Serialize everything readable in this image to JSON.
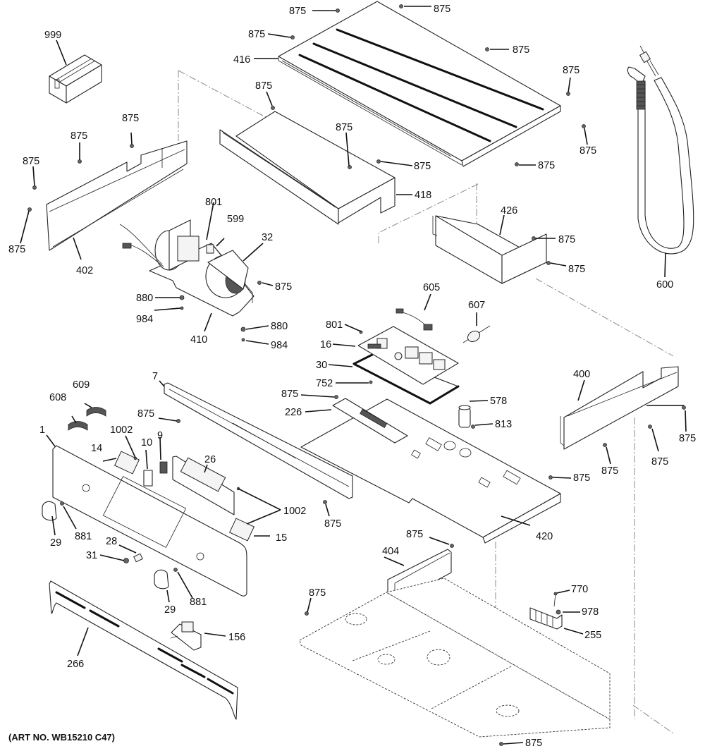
{
  "diagram": {
    "title": "Oven control panel and top components exploded parts view",
    "art_number": "(ART NO. WB15210 C47)",
    "parts": [
      {
        "key": "p999",
        "part": "999",
        "description": "package / box"
      },
      {
        "key": "p416",
        "part": "416",
        "description": "top cover"
      },
      {
        "key": "p418",
        "part": "418",
        "description": "shroud / cover"
      },
      {
        "key": "p402",
        "part": "402",
        "description": "side panel"
      },
      {
        "key": "p32",
        "part": "32",
        "description": "blower fan"
      },
      {
        "key": "p801",
        "part": "801"
      },
      {
        "key": "p599",
        "part": "599"
      },
      {
        "key": "p410",
        "part": "410",
        "description": "fan bracket"
      },
      {
        "key": "p880",
        "part": "880"
      },
      {
        "key": "p984",
        "part": "984"
      },
      {
        "key": "p426",
        "part": "426",
        "description": "bracket box"
      },
      {
        "key": "p600",
        "part": "600",
        "description": "conduit / power cord"
      },
      {
        "key": "p605",
        "part": "605",
        "description": "harness"
      },
      {
        "key": "p607",
        "part": "607",
        "description": "sensor"
      },
      {
        "key": "p16",
        "part": "16",
        "description": "control board"
      },
      {
        "key": "p30",
        "part": "30",
        "description": "board tray"
      },
      {
        "key": "p752",
        "part": "752"
      },
      {
        "key": "p226",
        "part": "226"
      },
      {
        "key": "p578",
        "part": "578",
        "description": "capacitor"
      },
      {
        "key": "p813",
        "part": "813"
      },
      {
        "key": "p400",
        "part": "400",
        "description": "rear panel"
      },
      {
        "key": "p420",
        "part": "420",
        "description": "control mounting plate"
      },
      {
        "key": "p7",
        "part": "7",
        "description": "rail"
      },
      {
        "key": "p608",
        "part": "608"
      },
      {
        "key": "p609",
        "part": "609"
      },
      {
        "key": "p1",
        "part": "1",
        "description": "control panel"
      },
      {
        "key": "p14",
        "part": "14"
      },
      {
        "key": "p1002",
        "part": "1002"
      },
      {
        "key": "p10",
        "part": "10"
      },
      {
        "key": "p9",
        "part": "9"
      },
      {
        "key": "p26",
        "part": "26",
        "description": "touch control"
      },
      {
        "key": "p15",
        "part": "15"
      },
      {
        "key": "p29",
        "part": "29",
        "description": "knob"
      },
      {
        "key": "p881",
        "part": "881"
      },
      {
        "key": "p28",
        "part": "28"
      },
      {
        "key": "p31",
        "part": "31"
      },
      {
        "key": "p266",
        "part": "266",
        "description": "trim"
      },
      {
        "key": "p156",
        "part": "156",
        "description": "switch"
      },
      {
        "key": "p404",
        "part": "404",
        "description": "duct"
      },
      {
        "key": "p770",
        "part": "770"
      },
      {
        "key": "p978",
        "part": "978"
      },
      {
        "key": "p255",
        "part": "255",
        "description": "terminal block"
      },
      {
        "key": "p875",
        "part": "875",
        "description": "screw"
      }
    ],
    "labels": {
      "l999": "999",
      "l416": "416",
      "l875": "875",
      "l418": "418",
      "l402": "402",
      "l32": "32",
      "l801": "801",
      "l599": "599",
      "l410": "410",
      "l880": "880",
      "l984": "984",
      "l426": "426",
      "l600": "600",
      "l605": "605",
      "l607": "607",
      "l16": "16",
      "l30": "30",
      "l752": "752",
      "l226": "226",
      "l578": "578",
      "l813": "813",
      "l400": "400",
      "l420": "420",
      "l7": "7",
      "l608": "608",
      "l609": "609",
      "l1": "1",
      "l14": "14",
      "l1002": "1002",
      "l10": "10",
      "l9": "9",
      "l26": "26",
      "l15": "15",
      "l29": "29",
      "l881": "881",
      "l28": "28",
      "l31": "31",
      "l266": "266",
      "l156": "156",
      "l404": "404",
      "l770": "770",
      "l978": "978",
      "l255": "255"
    }
  }
}
